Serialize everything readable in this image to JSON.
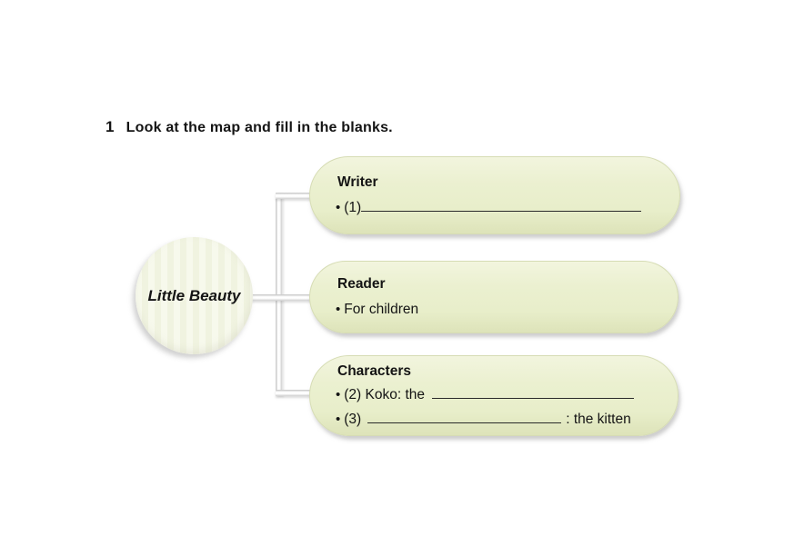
{
  "title": {
    "number": "1",
    "text": "Look at the map and fill in the blanks."
  },
  "bullet_glyph": "•",
  "center_node": {
    "label": "Little Beauty"
  },
  "boxes": [
    {
      "heading": "Writer",
      "lines": [
        {
          "pre": "(1)",
          "post": ""
        }
      ]
    },
    {
      "heading": "Reader",
      "lines": [
        {
          "pre": "For children",
          "post": ""
        }
      ]
    },
    {
      "heading": "Characters",
      "lines": [
        {
          "pre": "(2) Koko: the",
          "post": ""
        },
        {
          "pre": "(3)",
          "post": ": the kitten"
        }
      ]
    }
  ],
  "colors": {
    "page_background": "#ffffff",
    "box_fill": "#e9eecb",
    "box_border": "#d6dcb4",
    "circle_fill": "#f4f6e6",
    "connector": "#cfcfcf",
    "text": "#141414"
  }
}
